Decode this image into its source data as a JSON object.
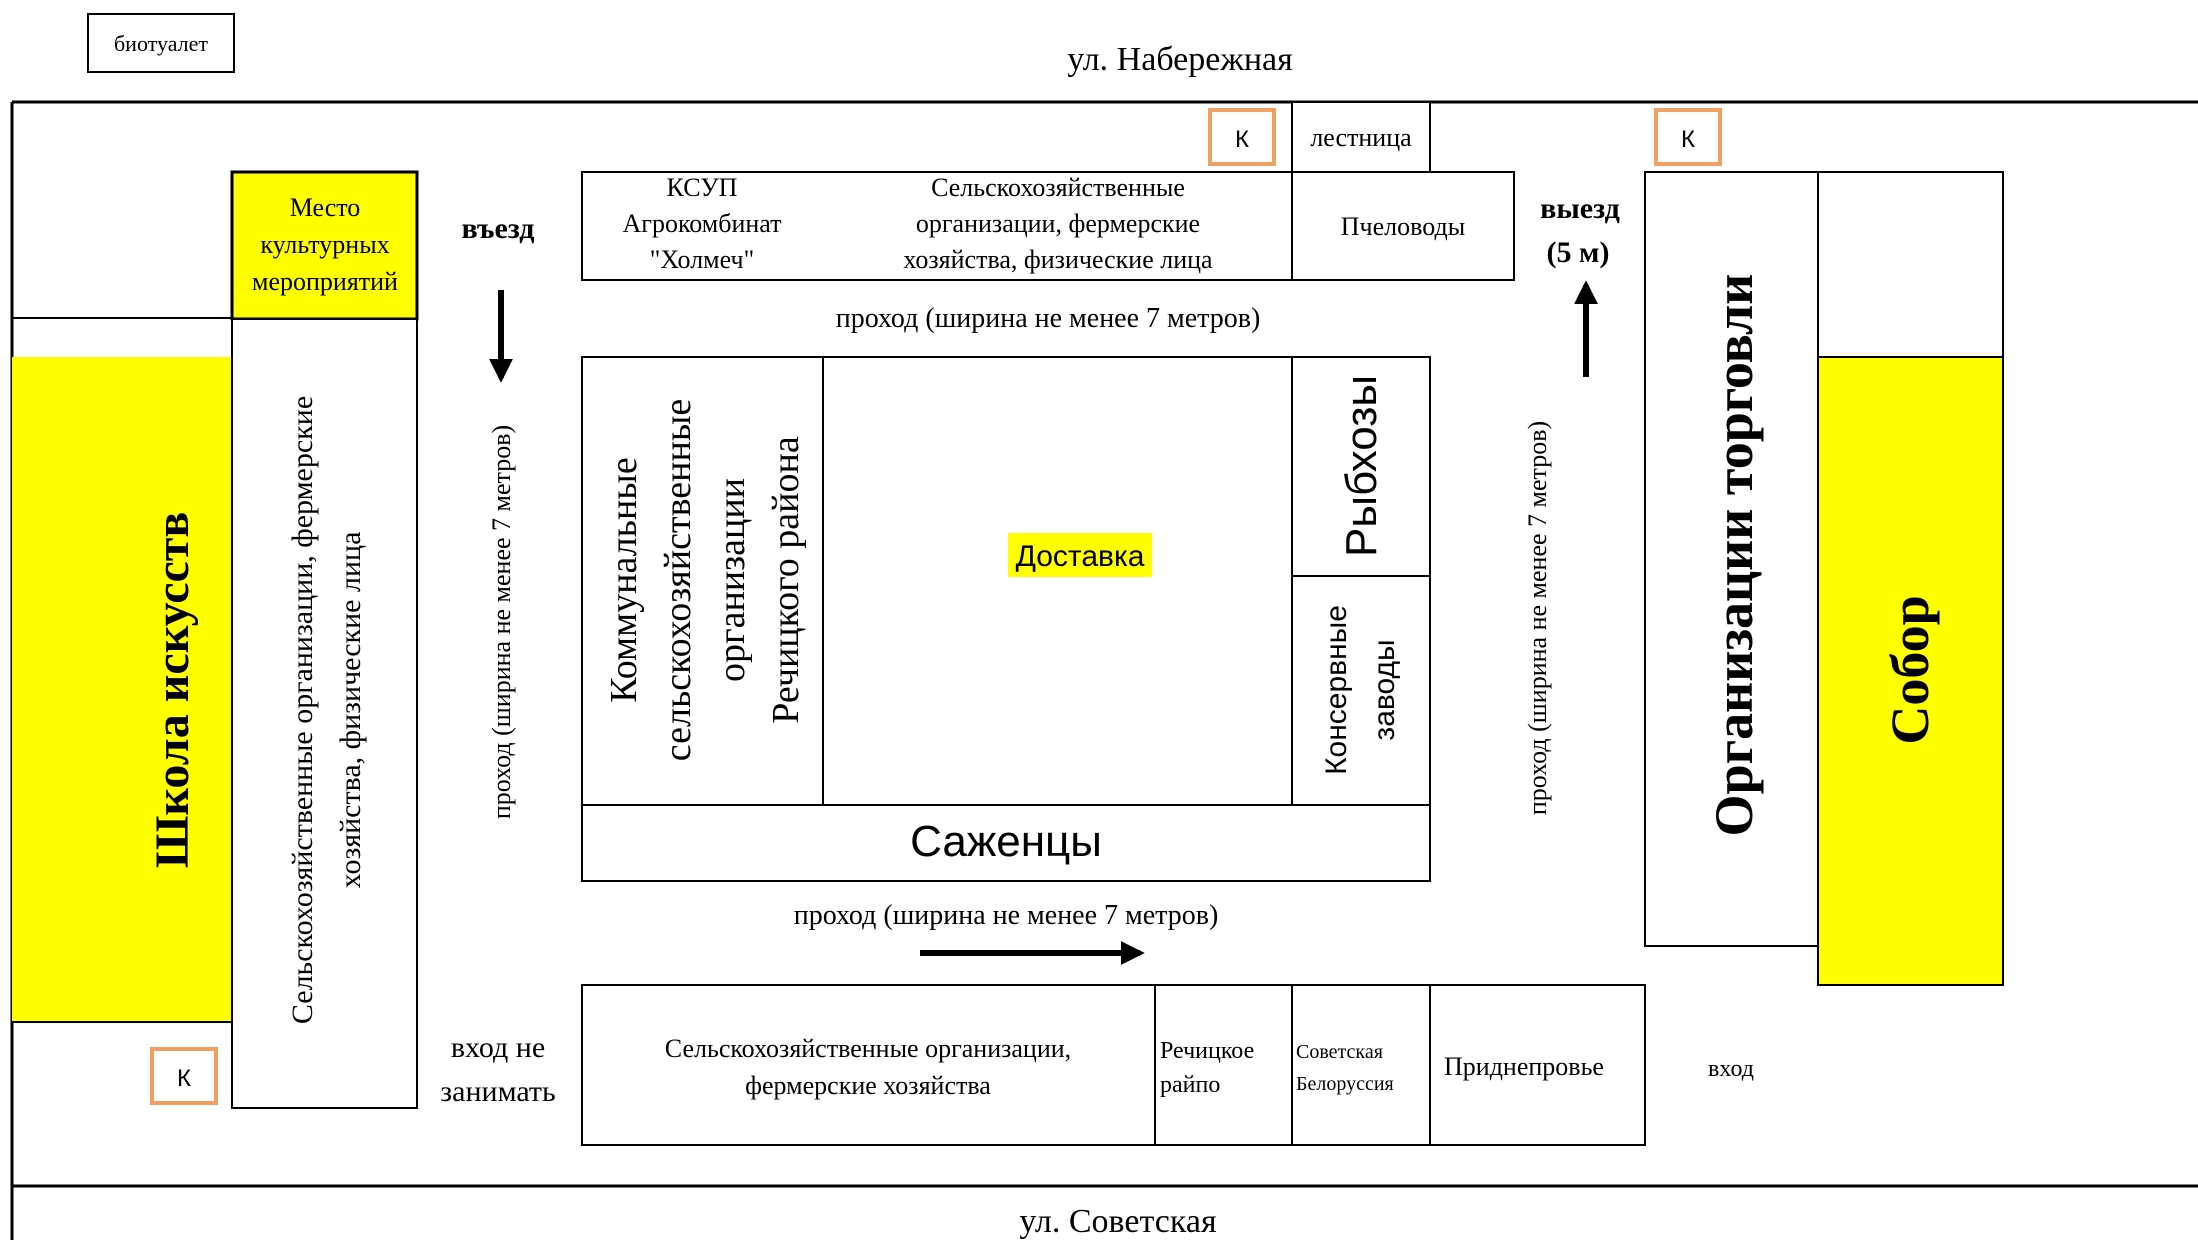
{
  "colors": {
    "yellow": "#ffff00",
    "orange": "#f0a060",
    "line": "#000000"
  },
  "streets": {
    "top": "ул. Набережная",
    "bottom": "ул. Советская"
  },
  "biotoilet": "биотуалет",
  "k_label": "К",
  "stairs": "лестница",
  "culture": {
    "line1": "Место",
    "line2": "культурных",
    "line3": "мероприятий"
  },
  "art_school": "Школа искусств",
  "left_stall": {
    "line1": "Сельскохозяйственные организации, фермерские",
    "line2": "хозяйства, физические лица"
  },
  "entry": "въезд",
  "exit": {
    "line1": "выезд",
    "line2": "(5 м)"
  },
  "passage": "проход (ширина не менее 7 метров)",
  "top_row": {
    "ksup_1": "КСУП",
    "ksup_2": "Агрокомбинат",
    "ksup_3": "\"Холмеч\"",
    "agri_1": "Сельскохозяйственные",
    "agri_2": "организации, фермерские",
    "agri_3": "хозяйства, физические лица",
    "bees": "Пчеловоды"
  },
  "communal": {
    "line1": "Коммунальные",
    "line2": "сельскохозяйственные",
    "line3": "организации",
    "line4": "Речицкого района"
  },
  "delivery": "Доставка",
  "fish": "Рыбхозы",
  "canning": {
    "line1": "Консервные",
    "line2": "заводы"
  },
  "seedlings": "Саженцы",
  "trade": "Организации торговли",
  "cathedral": "Собор",
  "no_block": {
    "line1": "вход не",
    "line2": "занимать"
  },
  "bottom_row": {
    "agri_1": "Сельскохозяйственные организации,",
    "agri_2": "фермерские хозяйства",
    "raipo_1": "Речицкое",
    "raipo_2": "райпо",
    "sb_1": "Советская",
    "sb_2": "Белоруссия",
    "pridn": "Приднепровье"
  },
  "entrance": "вход"
}
